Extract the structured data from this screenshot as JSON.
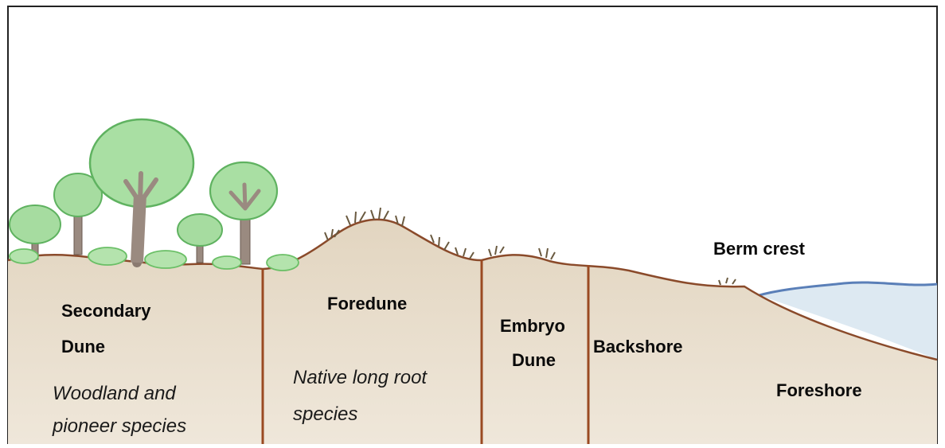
{
  "colors": {
    "sand": "#e6dccb",
    "sand_dark": "#d8c9b0",
    "ground_line": "#8a4a2a",
    "divider": "#9a4a22",
    "foliage": "#9fd89a",
    "foliage_edge": "#5fb260",
    "trunk": "#9a8a80",
    "water": "#dbe9f3",
    "water_edge": "#5a80b8",
    "border": "#222222"
  },
  "zones": [
    {
      "id": "secondary",
      "title": [
        "Secondary",
        "Dune"
      ],
      "description": [
        "Woodland and",
        "pioneer species"
      ]
    },
    {
      "id": "foredune",
      "title": [
        "Foredune"
      ],
      "description": [
        "Native long root",
        "species"
      ]
    },
    {
      "id": "embryo",
      "title": [
        "Embryo",
        "Dune"
      ],
      "description": []
    },
    {
      "id": "backshore",
      "title": [
        "Backshore"
      ],
      "description": []
    },
    {
      "id": "foreshore",
      "title": [
        "Foreshore"
      ],
      "description": []
    }
  ],
  "landmarks": {
    "berm_crest": "Berm crest"
  }
}
